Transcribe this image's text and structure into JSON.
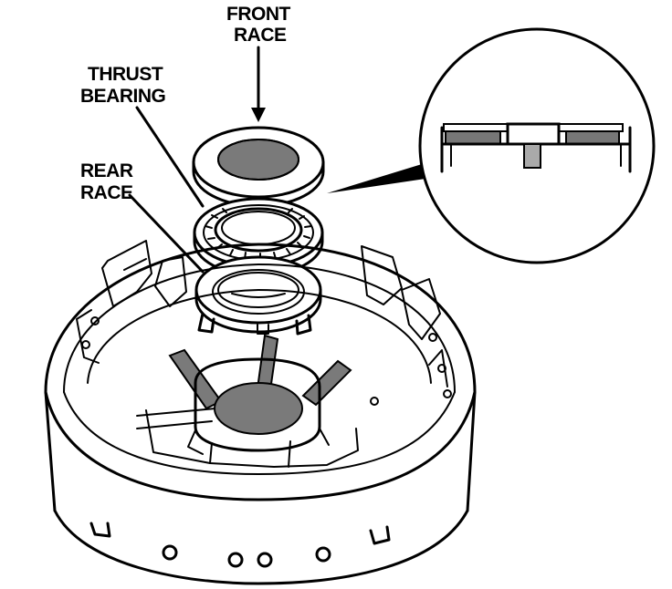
{
  "labels": {
    "front_race_line1": "FRONT",
    "front_race_line2": "RACE",
    "thrust_bearing_line1": "THRUST",
    "thrust_bearing_line2": "BEARING",
    "rear_race_line1": "REAR",
    "rear_race_line2": "RACE"
  },
  "colors": {
    "ink": "#000000",
    "paper": "#ffffff",
    "shade": "#7a7a7a"
  },
  "icons": [
    "arrow-down-icon",
    "leader-line",
    "detail-callout-circle"
  ]
}
